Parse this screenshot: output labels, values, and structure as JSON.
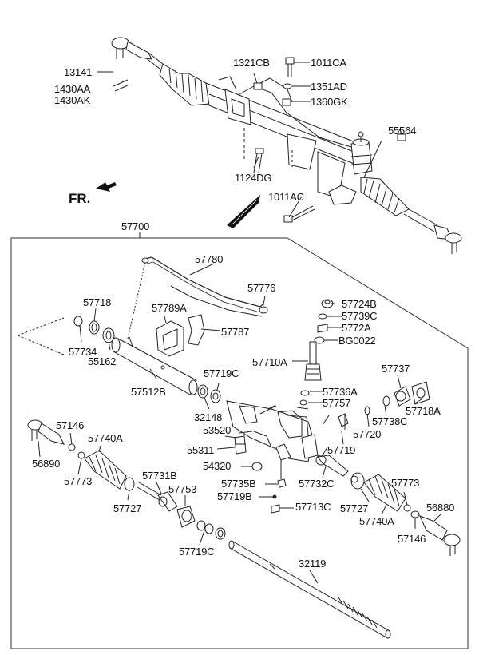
{
  "direction_label": "FR.",
  "labels": {
    "p13141": "13141",
    "p1430AA": "1430AA",
    "p1430AK": "1430AK",
    "p1321CB": "1321CB",
    "p1011CA": "1011CA",
    "p1351AD": "1351AD",
    "p1360GK": "1360GK",
    "p55564": "55564",
    "p1124DG": "1124DG",
    "p1011AC": "1011AC",
    "p57700": "57700",
    "p57780": "57780",
    "p57776": "57776",
    "p57718": "57718",
    "p57789A": "57789A",
    "p57787": "57787",
    "p57724B": "57724B",
    "p57739C": "57739C",
    "p5772A": "5772A",
    "pBG0022": "BG0022",
    "p57734": "57734",
    "p55162": "55162",
    "p57710A": "57710A",
    "p57512B": "57512B",
    "p57719C_top": "57719C",
    "p57737": "57737",
    "p57736A": "57736A",
    "p57757": "57757",
    "p57718A": "57718A",
    "p32148": "32148",
    "p57738C": "57738C",
    "p53520": "53520",
    "p57720": "57720",
    "p57146_left": "57146",
    "p57740A_left": "57740A",
    "p55311": "55311",
    "p57719": "57719",
    "p56890": "56890",
    "p54320": "54320",
    "p57773_left": "57773",
    "p57731B": "57731B",
    "p57735B": "57735B",
    "p57732C": "57732C",
    "p57773_right": "57773",
    "p57753": "57753",
    "p57719B": "57719B",
    "p57727_left": "57727",
    "p57713C": "57713C",
    "p57727_right": "57727",
    "p56880": "56880",
    "p57740A_right": "57740A",
    "p57146_right": "57146",
    "p57719C_bottom": "57719C",
    "p32119": "32119"
  }
}
